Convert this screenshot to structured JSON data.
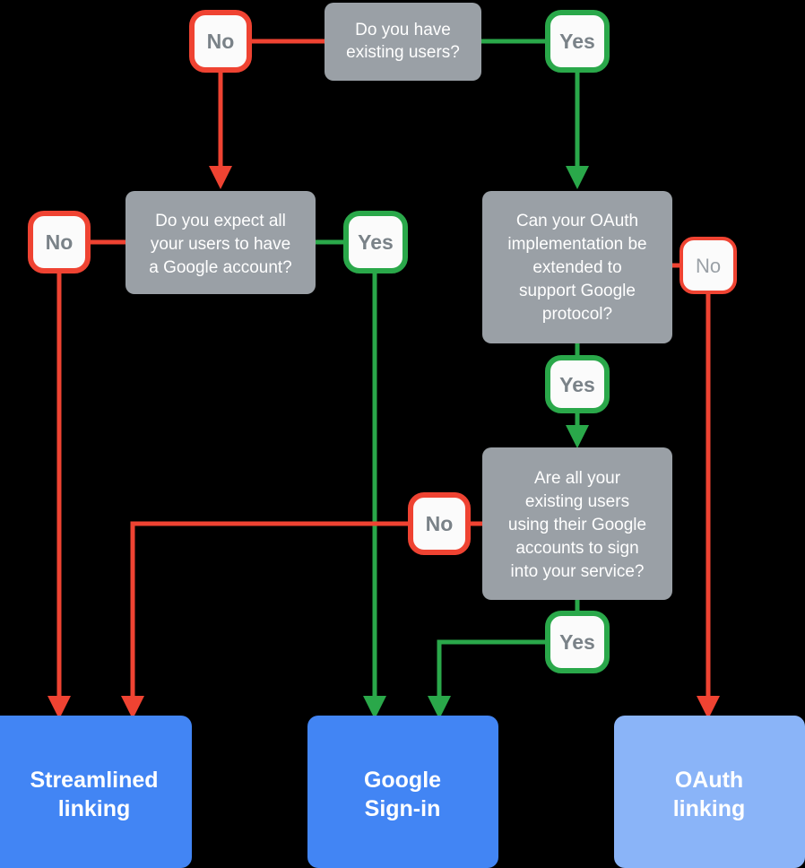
{
  "diagram": {
    "title": "Google account linking decision flowchart",
    "background": "#000000",
    "colors": {
      "question_box": "#9aa0a6",
      "yes_edge": "#2aa84a",
      "no_edge": "#ef4332",
      "result_primary": "#4285f4",
      "result_light": "#8ab4f8",
      "badge_fill": "#fbfbfb",
      "badge_label": "#7a8288",
      "box_text": "#ffffff"
    },
    "questions": [
      {
        "id": "q-existing-users",
        "lines": [
          "Do you have",
          "existing users?"
        ]
      },
      {
        "id": "q-google-account",
        "lines": [
          "Do you expect all",
          "your users to have",
          "a Google account?"
        ]
      },
      {
        "id": "q-oauth-extended",
        "lines": [
          "Can your OAuth",
          "implementation be",
          "extended to",
          "support Google",
          "protocol?"
        ]
      },
      {
        "id": "q-google-accounts-signin",
        "lines": [
          "Are all your",
          "existing users",
          "using their Google",
          "accounts to sign",
          "into your service?"
        ]
      }
    ],
    "badges": [
      {
        "id": "badge-no-existing-users",
        "label": "No",
        "answer": "no"
      },
      {
        "id": "badge-yes-existing-users",
        "label": "Yes",
        "answer": "yes"
      },
      {
        "id": "badge-no-google-account",
        "label": "No",
        "answer": "no"
      },
      {
        "id": "badge-yes-google-account",
        "label": "Yes",
        "answer": "yes"
      },
      {
        "id": "badge-no-oauth-extended",
        "label": "No",
        "answer": "no"
      },
      {
        "id": "badge-yes-oauth-extended",
        "label": "Yes",
        "answer": "yes"
      },
      {
        "id": "badge-no-google-signin",
        "label": "No",
        "answer": "no"
      },
      {
        "id": "badge-yes-google-signin",
        "label": "Yes",
        "answer": "yes"
      }
    ],
    "results": [
      {
        "id": "result-streamlined-linking",
        "lines": [
          "Streamlined",
          "linking"
        ],
        "variant": "primary"
      },
      {
        "id": "result-google-signin",
        "lines": [
          "Google",
          "Sign-in"
        ],
        "variant": "primary"
      },
      {
        "id": "result-oauth-linking",
        "lines": [
          "OAuth",
          "linking"
        ],
        "variant": "light"
      }
    ]
  }
}
